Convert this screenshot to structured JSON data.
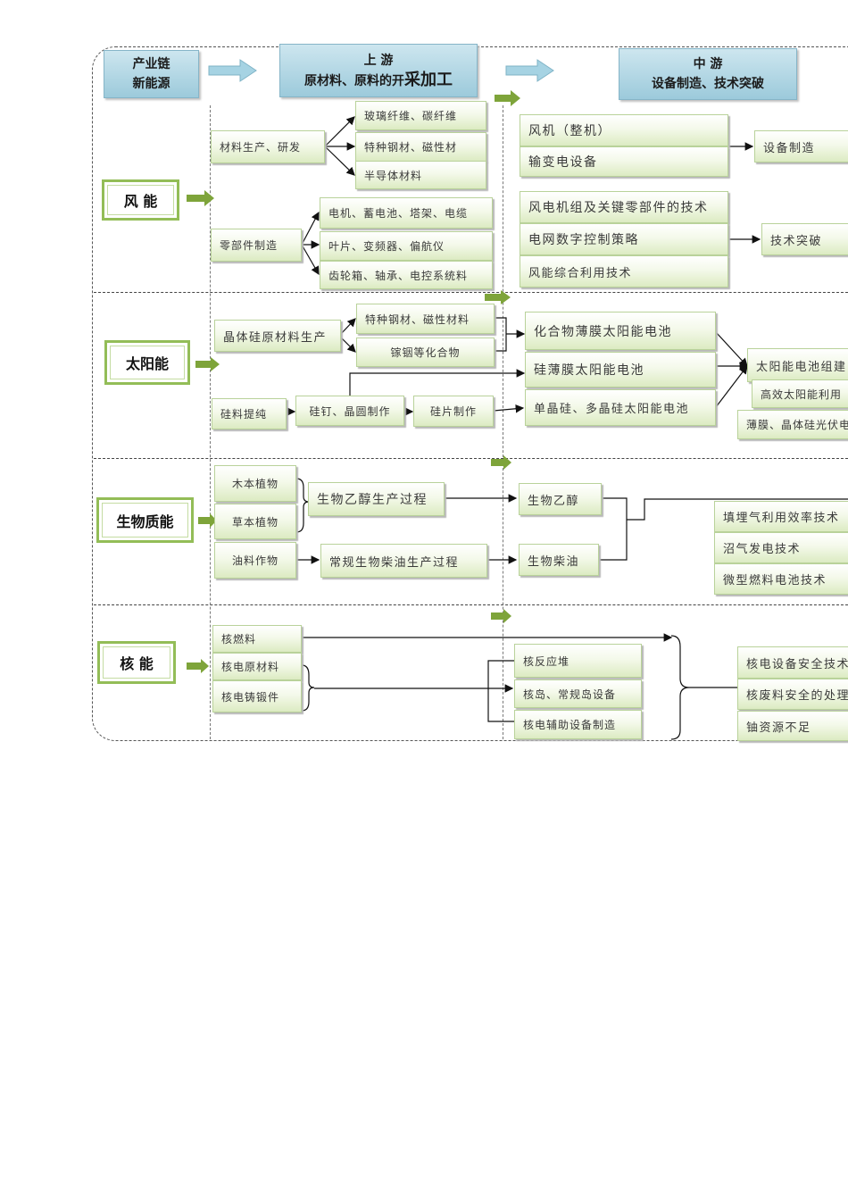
{
  "headers": {
    "chain": {
      "line1": "产业链",
      "line2": "新能源"
    },
    "upstream": {
      "line1": "上 游",
      "line2a": "原材料、原料的开",
      "line2b": "采加工"
    },
    "midstream": {
      "line1": "中 游",
      "line2": "设备制造、技术突破"
    }
  },
  "categories": {
    "wind": "风 能",
    "solar": "太阳能",
    "biomass": "生物质能",
    "nuclear": "核 能"
  },
  "wind": {
    "material_rd": "材料生产、研发",
    "materials": [
      "玻璃纤维、碳纤维",
      "特种钢材、磁性材",
      "半导体材料"
    ],
    "parts_mfg": "零部件制造",
    "parts": [
      "电机、蓄电池、塔架、电缆",
      "叶片、变频器、偏航仪",
      "齿轮箱、轴承、电控系统料"
    ],
    "mid_top": [
      "风机（整机）",
      "输变电设备"
    ],
    "mid_bottom": [
      "风电机组及关键零部件的技术",
      "电网数字控制策略",
      "风能综合利用技术"
    ],
    "right_top": "设备制造",
    "right_bottom": "技术突破"
  },
  "solar": {
    "silicon_raw": "晶体硅原材料生产",
    "materials": [
      "特种钢材、磁性材料",
      "镓铟等化合物"
    ],
    "purify": "硅料提纯",
    "ingot": "硅钉、晶圆制作",
    "wafer": "硅片制作",
    "cells": [
      "化合物薄膜太阳能电池",
      "硅薄膜太阳能电池",
      "单晶硅、多晶硅太阳能电池"
    ],
    "right": [
      "太阳能电池组建",
      "高效太阳能利用",
      "薄膜、晶体硅光伏电"
    ]
  },
  "biomass": {
    "plants": [
      "木本植物",
      "草本植物"
    ],
    "oil_crops": "油料作物",
    "ethanol_process": "生物乙醇生产过程",
    "biodiesel_process": "常规生物柴油生产过程",
    "ethanol": "生物乙醇",
    "biodiesel": "生物柴油",
    "right": [
      "填埋气利用效率技术",
      "沼气发电技术",
      "微型燃料电池技术"
    ]
  },
  "nuclear": {
    "inputs": [
      "核燃料",
      "核电原材料",
      "核电铸锻件"
    ],
    "mid": [
      "核反应堆",
      "核岛、常规岛设备",
      "核电辅助设备制造"
    ],
    "right": [
      "核电设备安全技术",
      "核废料安全的处理",
      "铀资源不足"
    ]
  },
  "colors": {
    "header_blue": "#9ccadb",
    "category_green": "#93bd57",
    "arrow_green": "#7ea43a",
    "arrow_blue": "#a6d3e3"
  }
}
